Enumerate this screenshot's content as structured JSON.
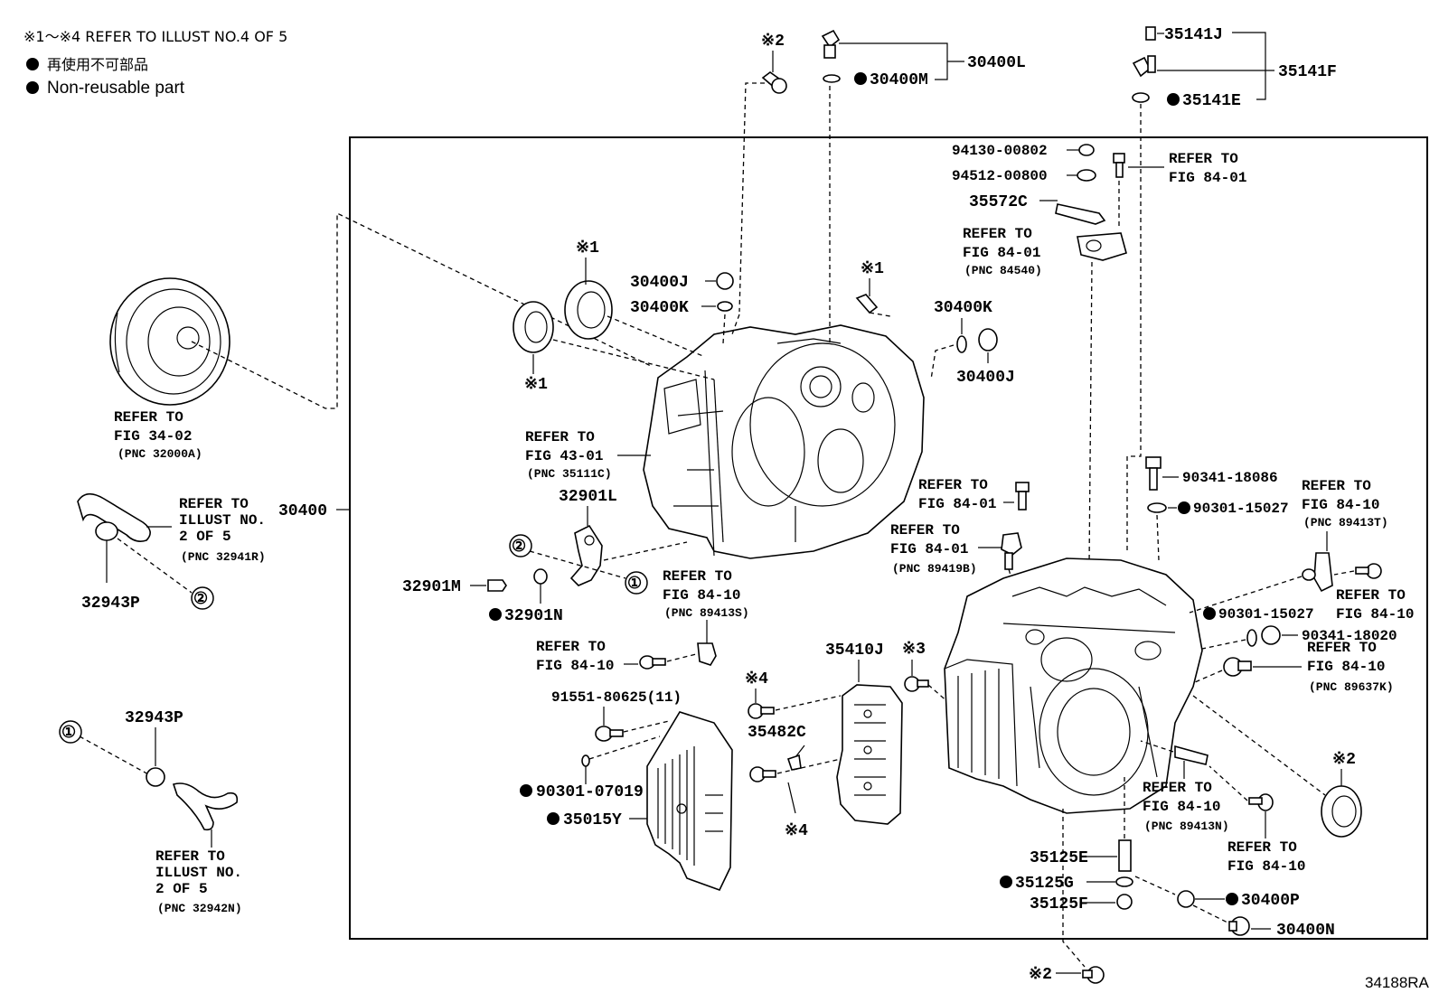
{
  "header": {
    "note": "※1～※4 REFER TO ILLUST NO.4 OF 5",
    "legend_jp": "再使用不可部品",
    "legend_en": "Non-reusable part"
  },
  "illustration_code": "34188RA",
  "labels": {
    "p35141J": "35141J",
    "p35141F": "35141F",
    "p35141E": "35141E",
    "p30400L": "30400L",
    "p30400M": "30400M",
    "m2_top": "※2",
    "p94130": "94130-00802",
    "p94512": "94512-00800",
    "p35572C": "35572C",
    "ref_8401_a1": "REFER TO",
    "ref_8401_a2": "FIG 84-01",
    "ref_8401_b1": "REFER TO",
    "ref_8401_b2": "FIG 84-01",
    "pnc_84540": "(PNC 84540)",
    "m1_a": "※1",
    "p30400J_a": "30400J",
    "p30400K_a": "30400K",
    "m1_b": "※1",
    "p30400K_b": "30400K",
    "p30400J_b": "30400J",
    "m1_c": "※1",
    "ref_3402_1": "REFER TO",
    "ref_3402_2": "FIG 34-02",
    "pnc_32000A": "(PNC 32000A)",
    "ref_4301_1": "REFER TO",
    "ref_4301_2": "FIG 43-01",
    "pnc_35111C": "(PNC 35111C)",
    "p32901L": "32901L",
    "p30400": "30400",
    "ref_ill2_1": "REFER TO",
    "ref_ill2_2": "ILLUST NO.",
    "ref_ill2_3": "2 OF 5",
    "pnc_32941R": "(PNC 32941R)",
    "p32943P_a": "32943P",
    "c2_a": "②",
    "c2_b": "②",
    "c1_a": "①",
    "c1_b": "①",
    "p32901M": "32901M",
    "p32901N": "32901N",
    "ref_8410_s1": "REFER TO",
    "ref_8410_s2": "FIG 84-10",
    "pnc_89413S": "(PNC 89413S)",
    "ref_8410_b1": "REFER TO",
    "ref_8410_b2": "FIG 84-10",
    "p91551": "91551-80625(11)",
    "p90301_07019": "90301-07019",
    "p35015Y": "35015Y",
    "p32943P_b": "32943P",
    "ref_ill2b_1": "REFER TO",
    "ref_ill2b_2": "ILLUST NO.",
    "ref_ill2b_3": "2 OF 5",
    "pnc_32942N": "(PNC 32942N)",
    "p35410J": "35410J",
    "m3": "※3",
    "m4_a": "※4",
    "p35482C": "35482C",
    "m4_b": "※4",
    "ref_8401_c1": "REFER TO",
    "ref_8401_c2": "FIG 84-01",
    "ref_8401_d1": "REFER TO",
    "ref_8401_d2": "FIG 84-01",
    "pnc_89419B": "(PNC 89419B)",
    "p90341_18086": "90341-18086",
    "p90301_15027_a": "90301-15027",
    "ref_8410_t1": "REFER TO",
    "ref_8410_t2": "FIG 84-10",
    "pnc_89413T": "(PNC 89413T)",
    "ref_8410_r1": "REFER TO",
    "ref_8410_r2": "FIG 84-10",
    "p90301_15027_b": "90301-15027",
    "p90341_18020": "90341-18020",
    "ref_8410_k1": "REFER TO",
    "ref_8410_k2": "FIG 84-10",
    "pnc_89637K": "(PNC 89637K)",
    "m2_right": "※2",
    "ref_8410_n1": "REFER TO",
    "ref_8410_n2": "FIG 84-10",
    "pnc_89413N": "(PNC 89413N)",
    "ref_8410_x1": "REFER TO",
    "ref_8410_x2": "FIG 84-10",
    "p35125E": "35125E",
    "p35125G": "35125G",
    "p35125F": "35125F",
    "p30400P": "30400P",
    "p30400N": "30400N",
    "m2_bottom": "※2"
  }
}
